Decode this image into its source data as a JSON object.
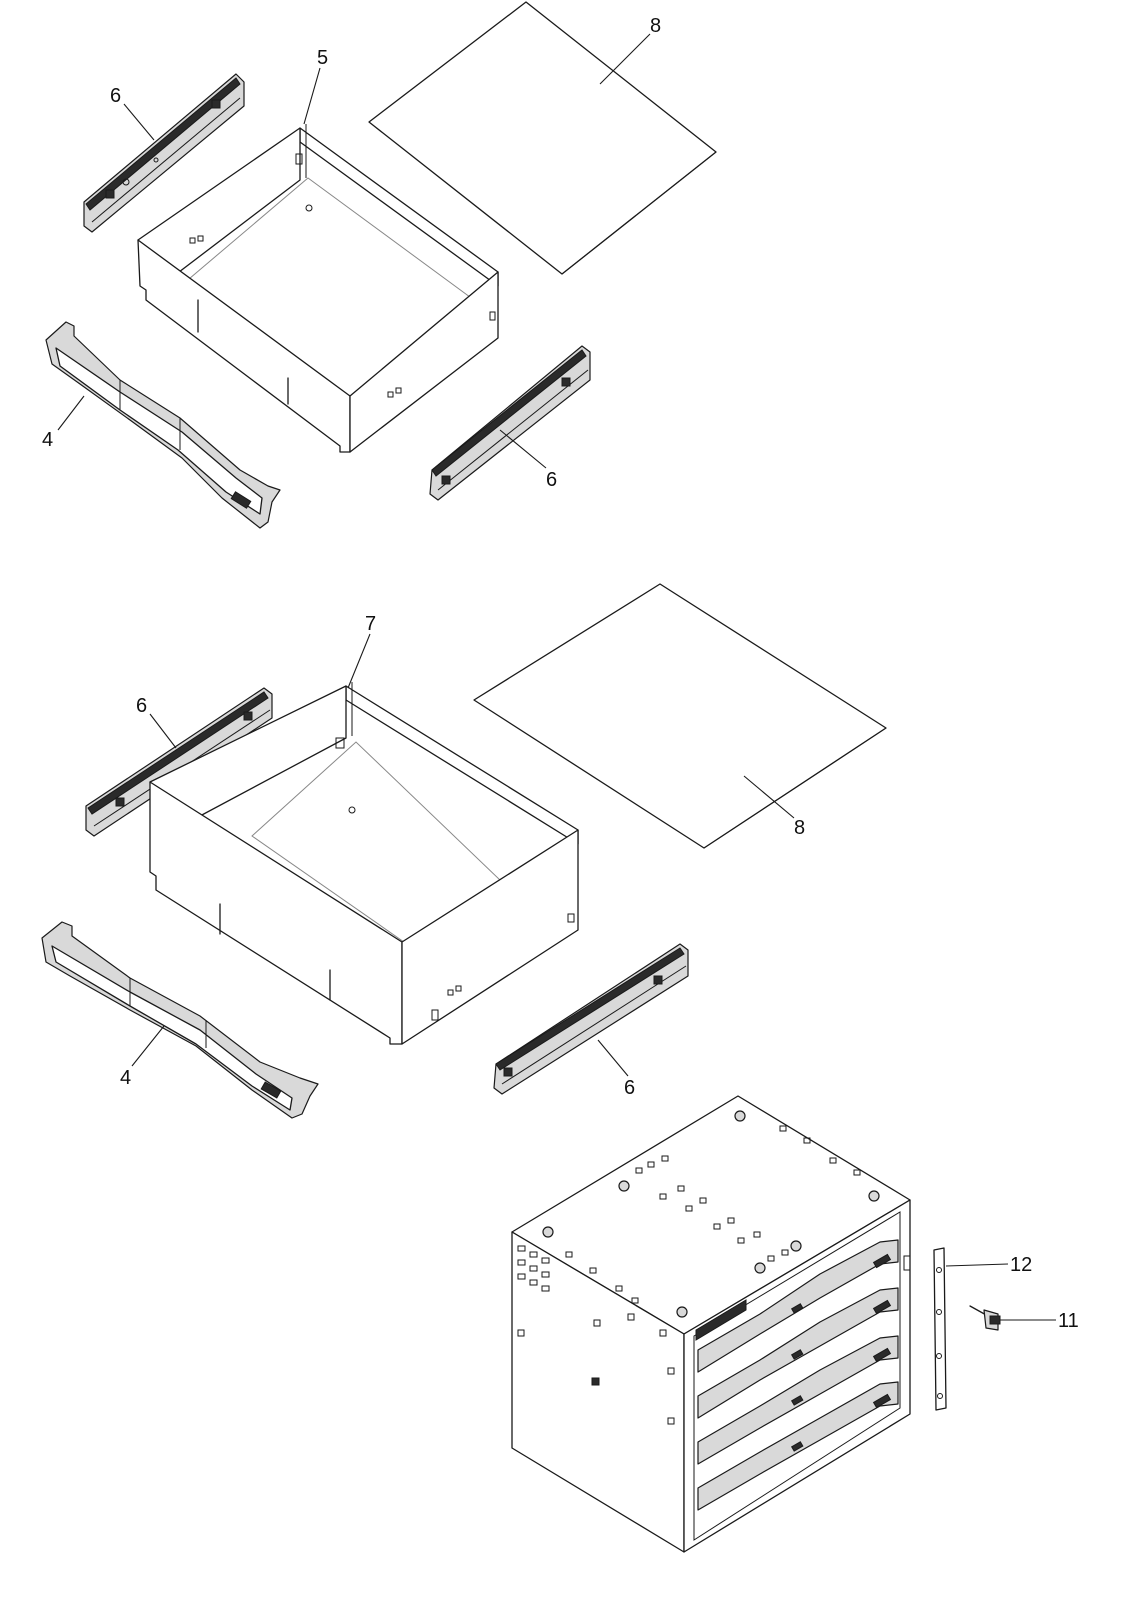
{
  "callouts": {
    "c1": "5",
    "c2": "6",
    "c3": "8",
    "c4": "4",
    "c5": "6",
    "c6": "7",
    "c7": "6",
    "c8": "8",
    "c9": "4",
    "c10": "6",
    "c11": "12",
    "c12": "11"
  }
}
